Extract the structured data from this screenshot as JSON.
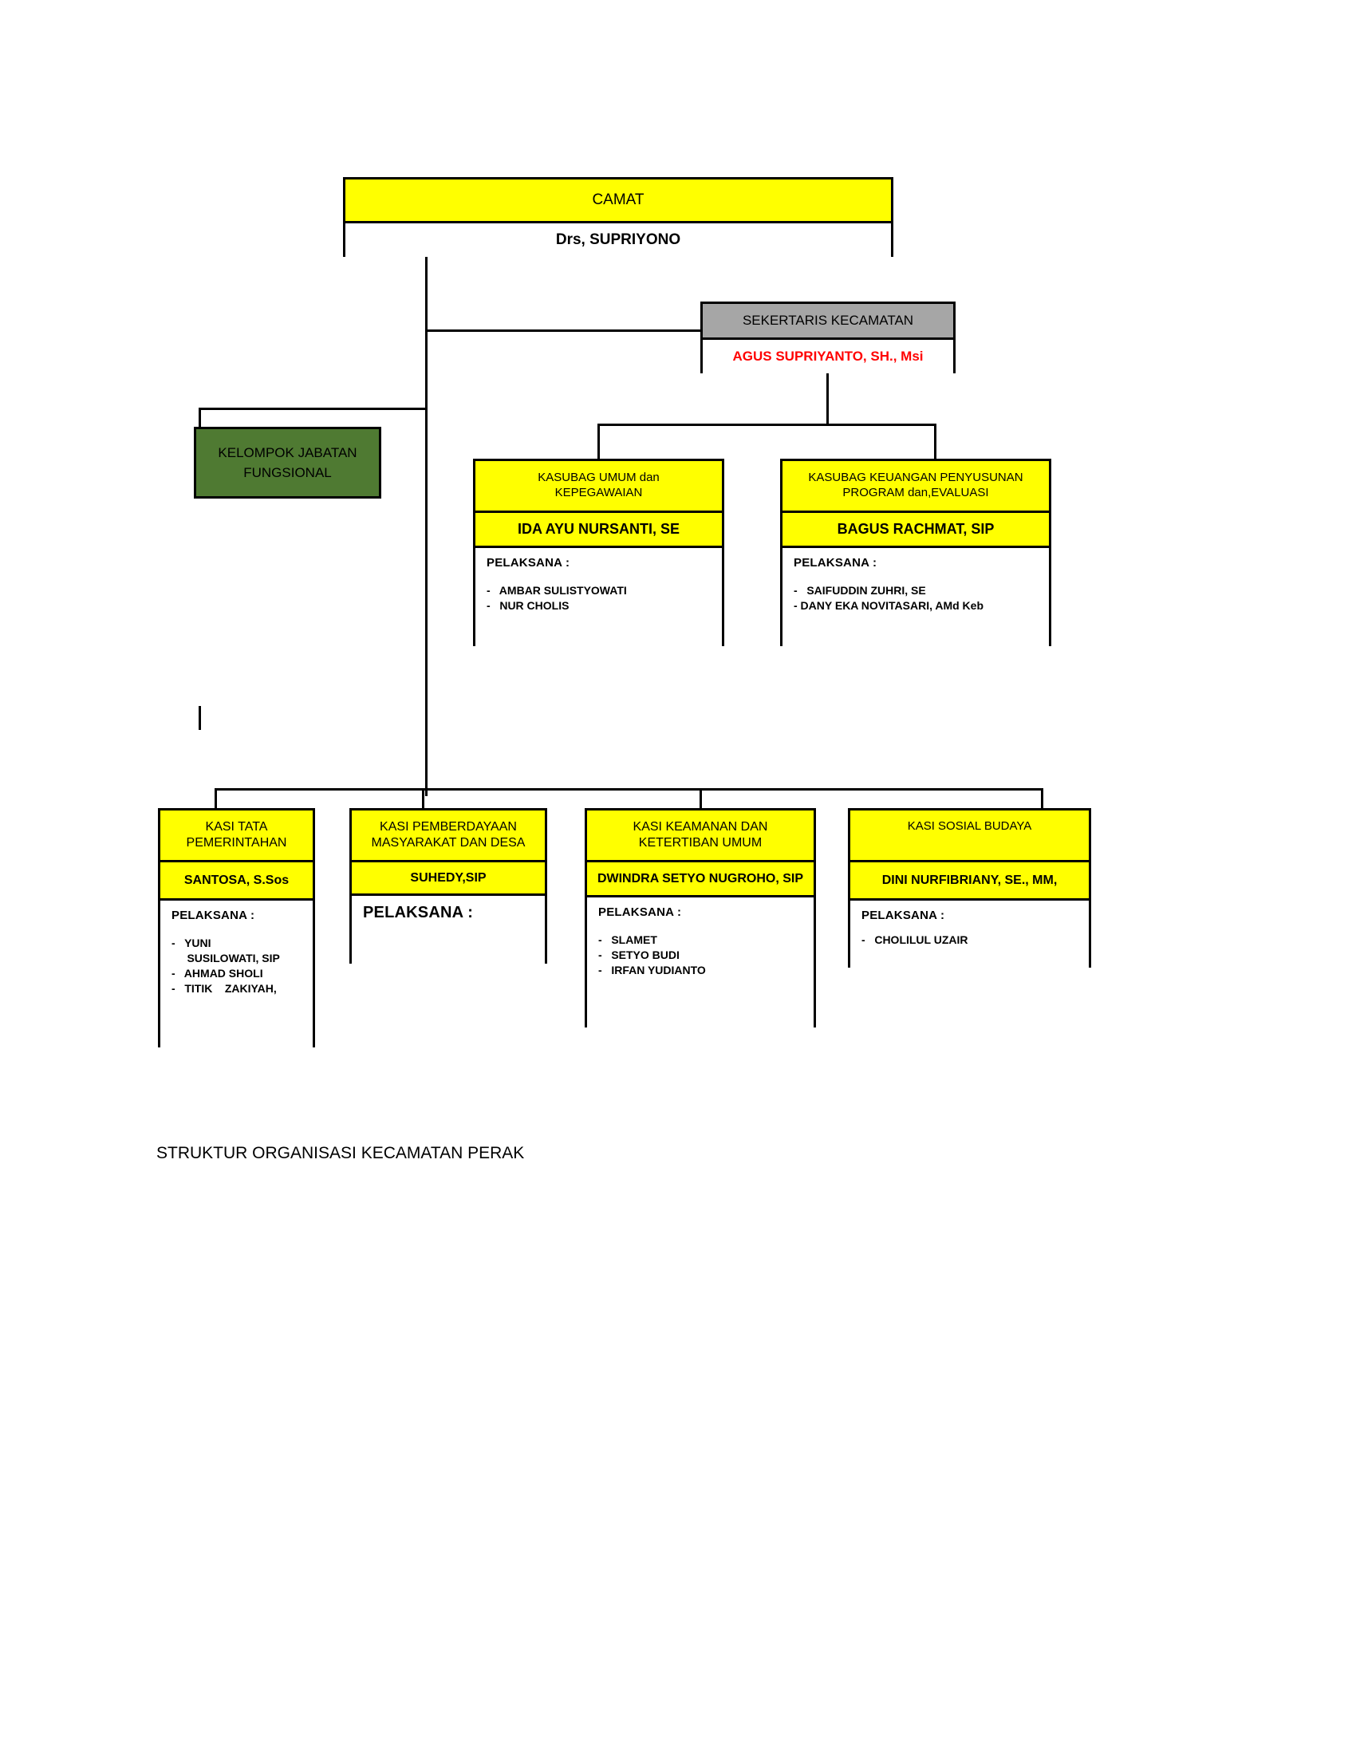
{
  "caption": "STRUKTUR ORGANISASI KECAMATAN PERAK",
  "colors": {
    "yellow": "#FFFF00",
    "gray": "#A6A6A6",
    "green": "#4F7A32",
    "red": "#FF0000",
    "black": "#000000",
    "white": "#FFFFFF"
  },
  "nodes": {
    "camat": {
      "title": "CAMAT",
      "name": "Drs, SUPRIYONO"
    },
    "sekertaris": {
      "title": "SEKERTARIS KECAMATAN",
      "name": "AGUS SUPRIYANTO, SH., Msi"
    },
    "fungsional": {
      "title_line1": "KELOMPOK JABATAN",
      "title_line2": "FUNGSIONAL"
    },
    "kasubag_umum": {
      "title_line1": "KASUBAG UMUM  dan",
      "title_line2": "KEPEGAWAIAN",
      "name": "IDA AYU NURSANTI, SE",
      "pelaksana_label": "PELAKSANA :",
      "pelaksana": [
        "-   AMBAR SULISTYOWATI",
        "-   NUR CHOLIS"
      ]
    },
    "kasubag_keuangan": {
      "title_line1": "KASUBAG KEUANGAN PENYUSUNAN",
      "title_line2": "PROGRAM dan,EVALUASI",
      "name": "BAGUS RACHMAT, SIP",
      "pelaksana_label": "PELAKSANA :",
      "pelaksana": [
        "-   SAIFUDDIN ZUHRI, SE",
        "- DANY EKA NOVITASARI, AMd Keb"
      ]
    },
    "kasi_tata": {
      "title_line1": "KASI TATA",
      "title_line2": "PEMERINTAHAN",
      "name": "SANTOSA, S.Sos",
      "pelaksana_label": "PELAKSANA :",
      "pelaksana": [
        "-   YUNI",
        "     SUSILOWATI, SIP",
        "-   AHMAD SHOLI",
        "-   TITIK    ZAKIYAH,"
      ]
    },
    "kasi_pmd": {
      "title_line1": "KASI PEMBERDAYAAN",
      "title_line2": "MASYARAKAT DAN DESA",
      "name": "SUHEDY,SIP",
      "pelaksana_label": "PELAKSANA :",
      "pelaksana": []
    },
    "kasi_trantib": {
      "title_line1": "KASI KEAMANAN DAN",
      "title_line2": "KETERTIBAN UMUM",
      "name": "DWINDRA SETYO NUGROHO, SIP",
      "pelaksana_label": "PELAKSANA :",
      "pelaksana": [
        "-   SLAMET",
        "-   SETYO BUDI",
        "-   IRFAN YUDIANTO"
      ]
    },
    "kasi_sosbud": {
      "title": "KASI SOSIAL BUDAYA",
      "name": "DINI NURFIBRIANY, SE., MM,",
      "pelaksana_label": "PELAKSANA :",
      "pelaksana": [
        "-   CHOLILUL UZAIR"
      ]
    }
  }
}
